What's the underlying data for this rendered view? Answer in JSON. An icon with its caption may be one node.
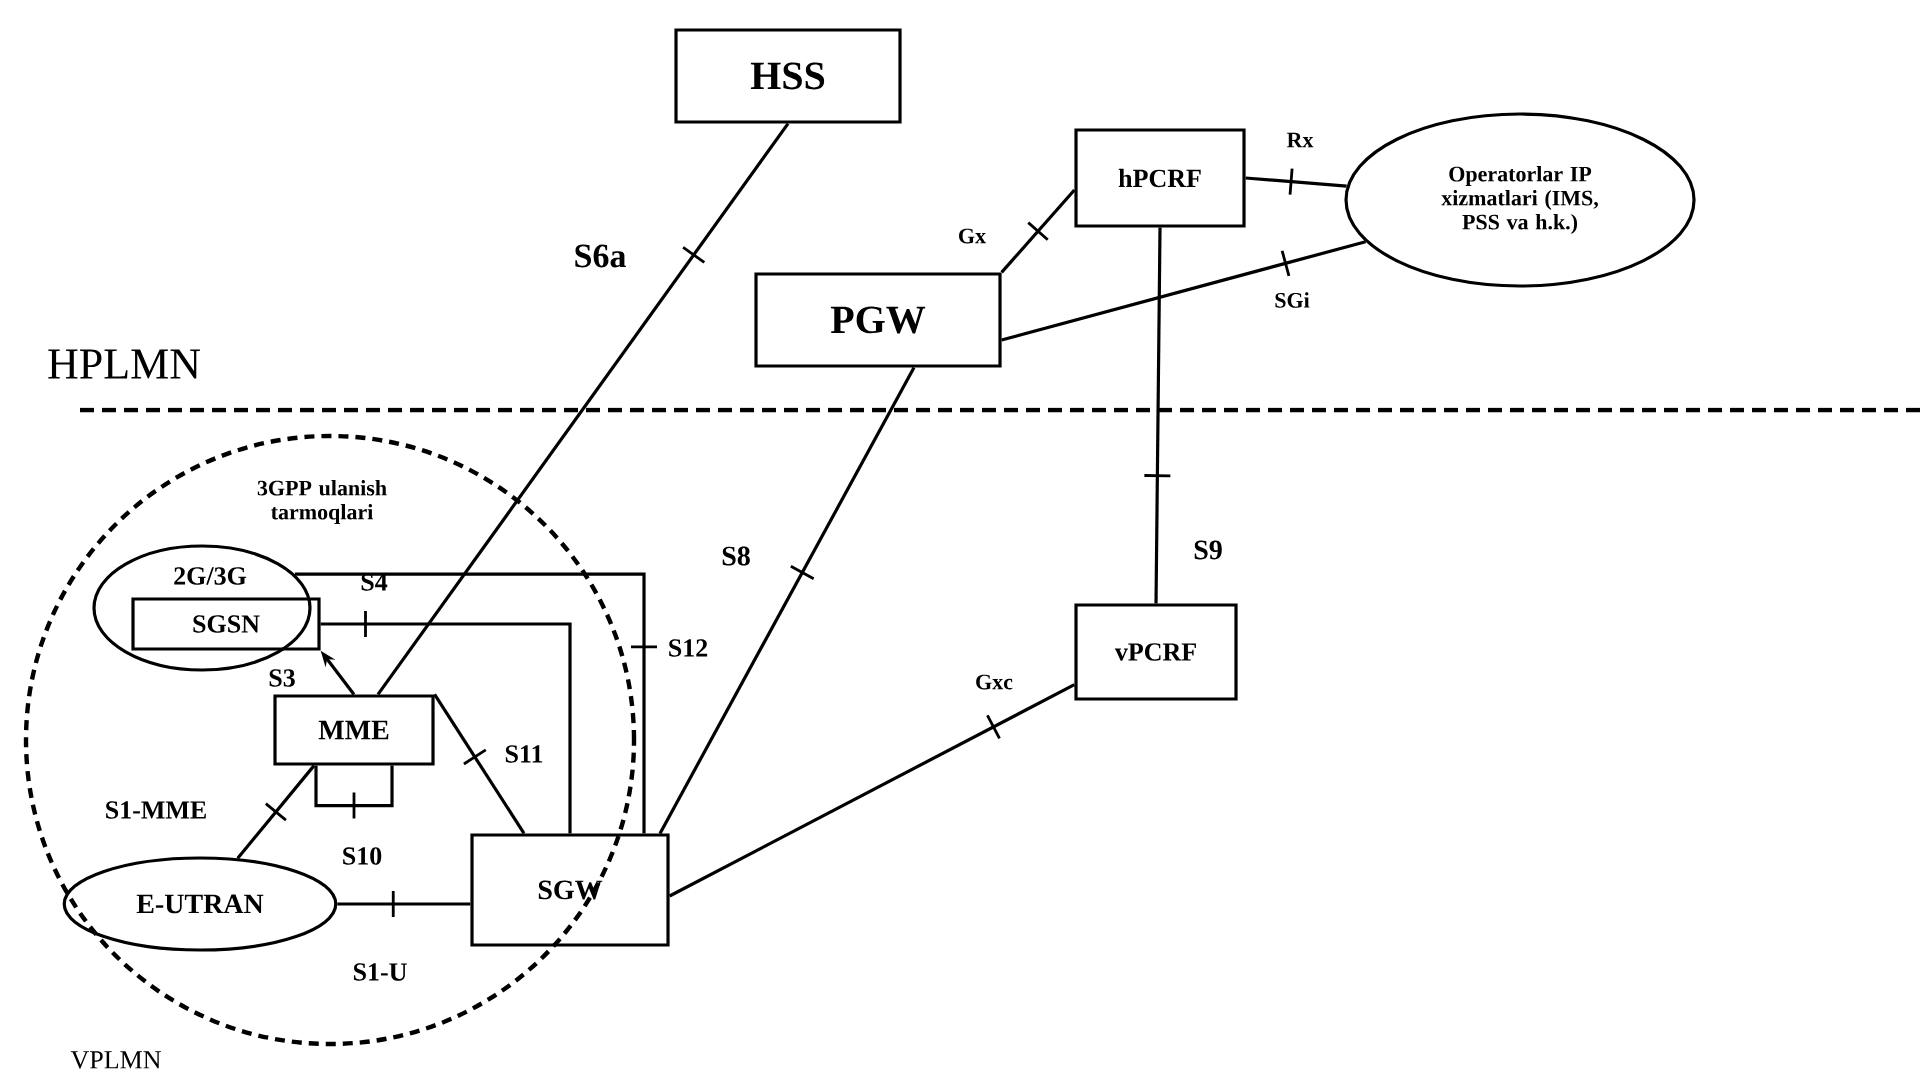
{
  "diagram": {
    "nodes": [
      {
        "text": [
          "HSS"
        ]
      },
      {
        "text": [
          "hPCRF"
        ]
      },
      {
        "text": [
          "Operatorlar IP xizmatlari (IMS, PSS va h.k.)"
        ]
      },
      {
        "text": [
          "PGW"
        ]
      },
      {
        "text": [
          "3GPP ulanish tarmoqlari"
        ]
      },
      {
        "text": [
          "2G/3G"
        ],
        "in": 4
      },
      {
        "text": [
          "SGSN"
        ],
        "in": 5
      },
      {
        "text": [
          "MME"
        ],
        "in": 4
      },
      {
        "text": [
          "E-UTRAN"
        ],
        "in": 4
      },
      {
        "text": [
          "SGW"
        ]
      },
      {
        "text": [
          "vPCRF"
        ]
      }
    ],
    "edges": [
      {
        "from": 0,
        "to": 7,
        "arrow": "none",
        "label": "S6a"
      },
      {
        "from": 3,
        "to": 1,
        "arrow": "none",
        "label": "Gx"
      },
      {
        "from": 1,
        "to": 2,
        "arrow": "none",
        "label": "Rx"
      },
      {
        "from": 3,
        "to": 2,
        "arrow": "none",
        "label": "SGi"
      },
      {
        "from": 1,
        "to": 10,
        "arrow": "none",
        "label": "S9"
      },
      {
        "from": 3,
        "to": 9,
        "arrow": "none",
        "label": "S8"
      },
      {
        "from": 10,
        "to": 9,
        "arrow": "none",
        "label": "Gxc"
      },
      {
        "from": 5,
        "to": 9,
        "arrow": "none",
        "label": "S12"
      },
      {
        "from": 6,
        "to": 9,
        "arrow": "none",
        "label": "S4"
      },
      {
        "from": 7,
        "to": 6,
        "arrow": "to",
        "label": "S3"
      },
      {
        "from": 7,
        "to": 9,
        "arrow": "none",
        "label": "S11"
      },
      {
        "from": 7,
        "to": 8,
        "arrow": "none",
        "label": "S1-MME"
      },
      {
        "from": 7,
        "to": 7,
        "arrow": "none",
        "label": "S10"
      },
      {
        "from": 8,
        "to": 9,
        "arrow": "none",
        "label": "S1-U"
      }
    ],
    "labels": [
      "HPLMN",
      "VPLMN"
    ]
  }
}
